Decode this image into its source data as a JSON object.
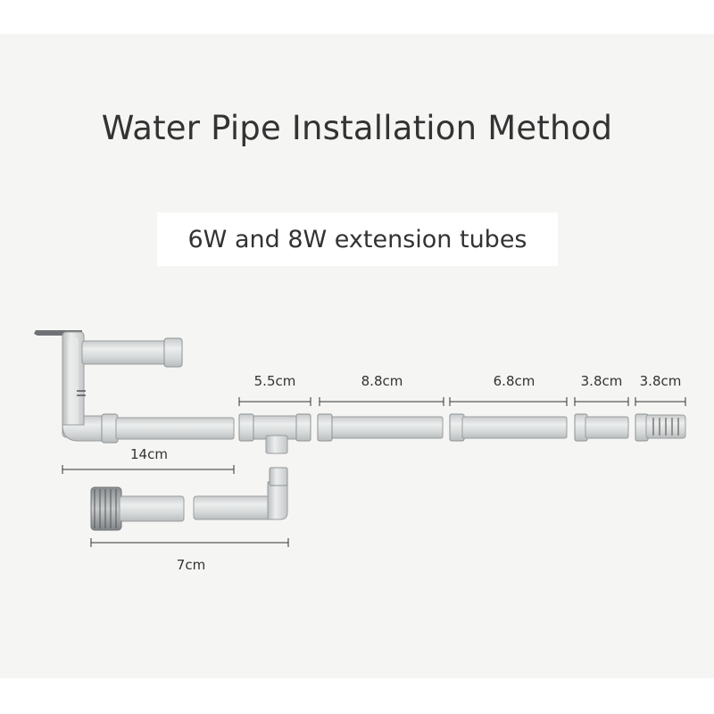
{
  "title": "Water Pipe Installation Method",
  "subtitle": "6W and 8W extension tubes",
  "measurements": {
    "tee": "5.5cm",
    "tube_long": "8.8cm",
    "tube_mid": "6.8cm",
    "tube_short": "3.8cm",
    "strainer": "3.8cm",
    "outlet_assembly": "14cm",
    "inlet_assembly": "7cm"
  },
  "colors": {
    "background": "#f5f5f4",
    "tube": "#d9dbdb",
    "tube_edge": "#9a9d9e",
    "text": "#333333"
  }
}
